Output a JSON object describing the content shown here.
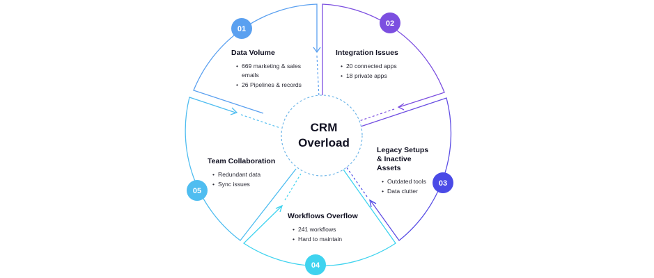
{
  "center": {
    "line1": "CRM",
    "line2": "Overload"
  },
  "segments": [
    {
      "number": "01",
      "title": "Data Volume",
      "bullets": [
        "669 marketing & sales emails",
        "26 Pipelines & records"
      ],
      "color": "#5aa0f0"
    },
    {
      "number": "02",
      "title": "Integration Issues",
      "bullets": [
        "20 connected apps",
        "18 private apps"
      ],
      "color": "#7c4fe0"
    },
    {
      "number": "03",
      "title": "Legacy Setups & Inactive Assets",
      "bullets": [
        "Outdated tools",
        "Data clutter"
      ],
      "color": "#4a4ae6"
    },
    {
      "number": "04",
      "title": "Workflows Overflow",
      "bullets": [
        "241 workflows",
        "Hard to maintain"
      ],
      "color": "#3fd3ef"
    },
    {
      "number": "05",
      "title": "Team Collaboration",
      "bullets": [
        "Redundant data",
        "Sync issues"
      ],
      "color": "#4fbdf0"
    }
  ]
}
